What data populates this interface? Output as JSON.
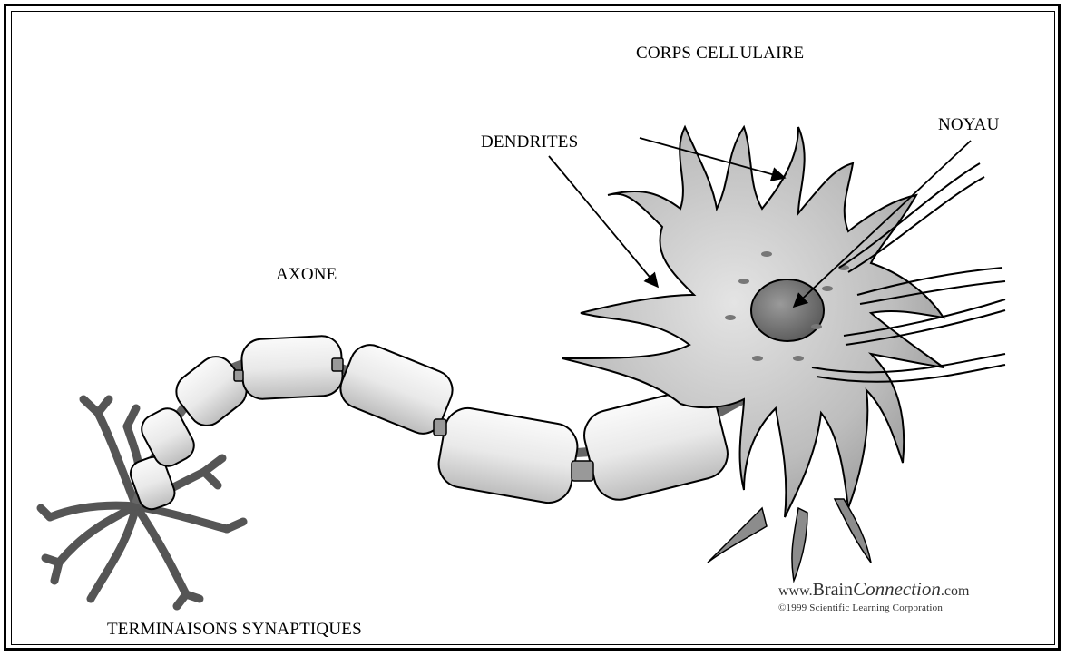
{
  "labels": {
    "cell_body": "CORPS CELLULAIRE",
    "nucleus": "NOYAU",
    "dendrites": "DENDRITES",
    "axon": "AXONE",
    "terminals": "TERMINAISONS SYNAPTIQUES"
  },
  "credit": {
    "url_prefix": "www.",
    "url_brain": "Brain",
    "url_connection": "Connection",
    "url_suffix": ".com",
    "copyright": "©1999 Scientific Learning Corporation"
  },
  "colors": {
    "line": "#000000",
    "cell_fill": "#c9c9c9",
    "dendrite_fill": "#8c8c8c",
    "myelin_fill": "#ececec",
    "nucleus_fill": "#7d7d7d"
  }
}
